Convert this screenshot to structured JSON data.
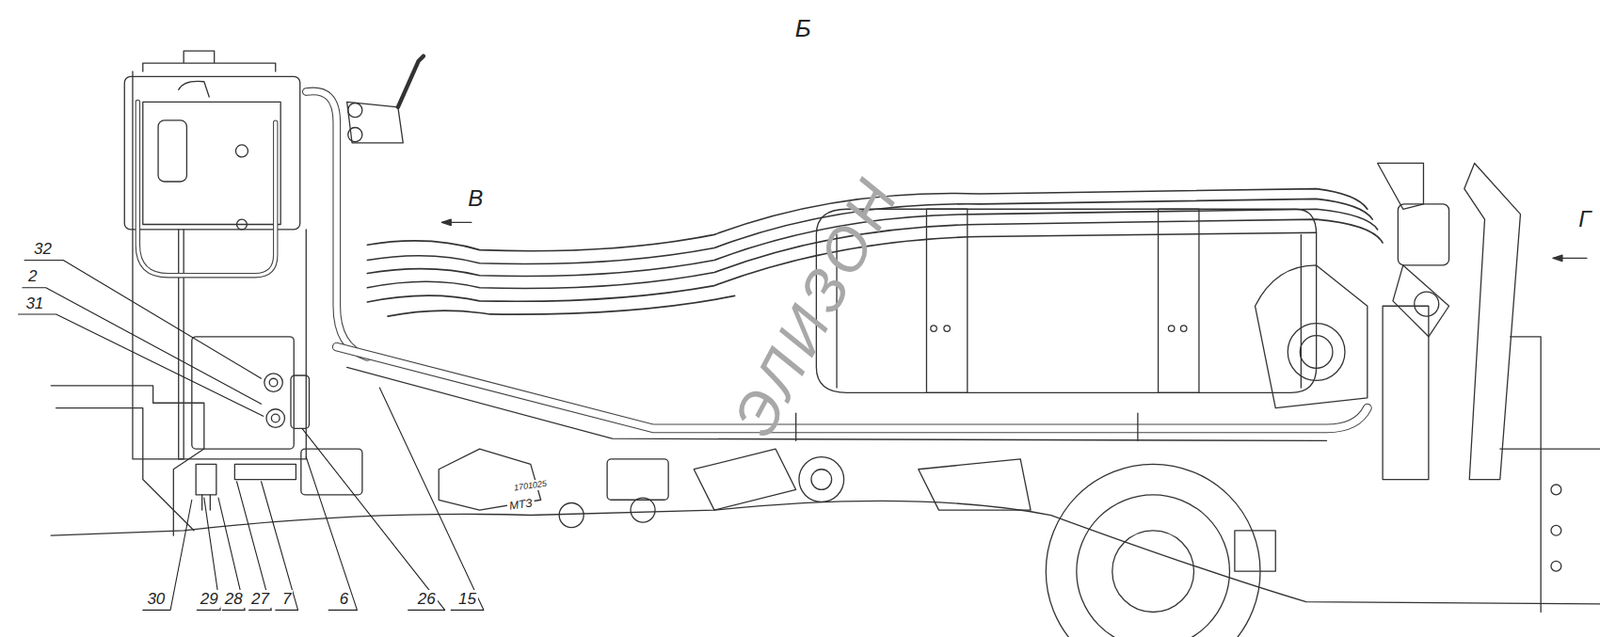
{
  "diagram": {
    "labels": [
      "Б",
      "В",
      "Г",
      "32",
      "2",
      "31",
      "30",
      "29",
      "28",
      "27",
      "7",
      "6",
      "26",
      "15",
      "ЭЛИЗОН",
      "МТЗ",
      "1701025"
    ]
  }
}
